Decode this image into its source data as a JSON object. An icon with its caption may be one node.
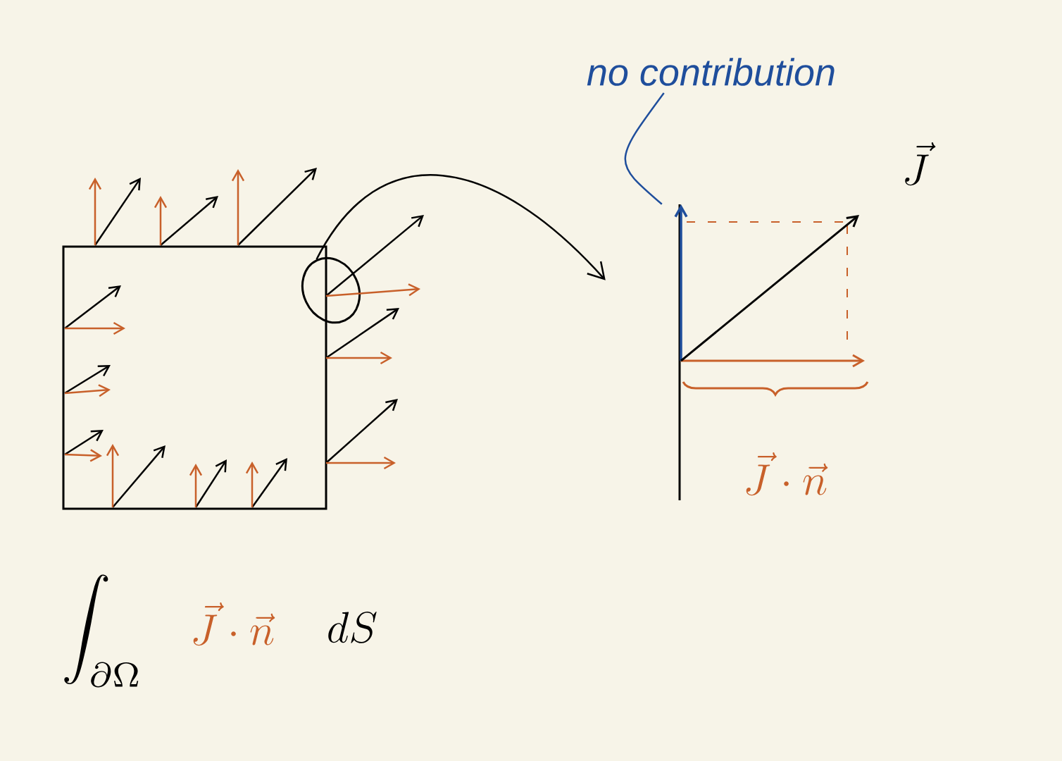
{
  "diagram": {
    "nodes": [
      {
        "text": [],
        "shape": "box"
      },
      {
        "text": [],
        "shape": "circle"
      },
      {
        "text": [
          "\\vec{J}\\cdot\\vec{n}"
        ]
      },
      {
        "text": [
          "no contribution"
        ]
      }
    ],
    "edges": [
      {
        "from": 1,
        "to": 2,
        "arrow": "to"
      },
      {
        "from": 3,
        "to": 2,
        "arrow": "none",
        "color": "#1f4e9c"
      }
    ],
    "labels": [
      "\\vec{J}",
      "\\int_{\\partial\\Omega}",
      "\\vec{J}\\cdot\\vec{n}",
      "dS"
    ]
  }
}
